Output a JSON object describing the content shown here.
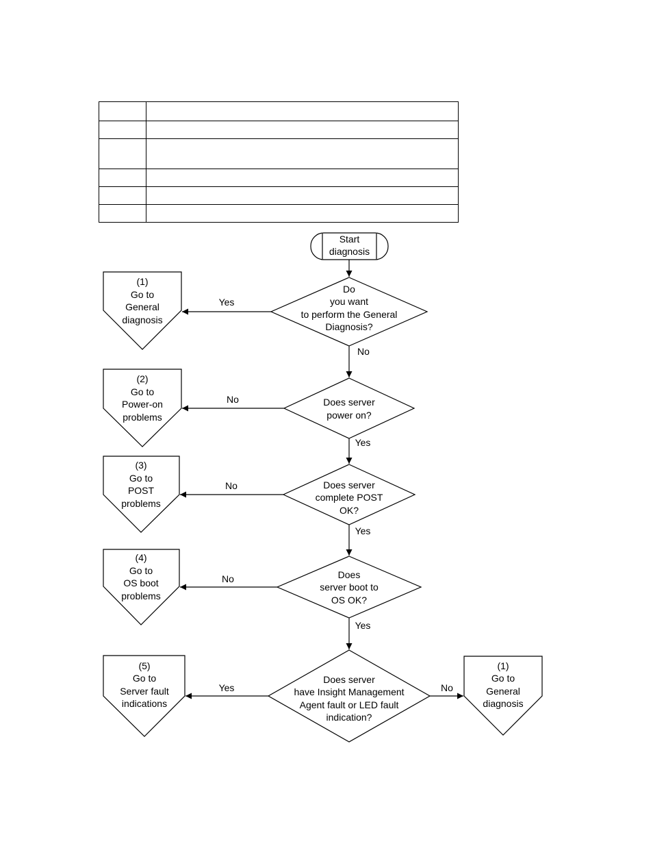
{
  "flowchart": {
    "start": [
      "Start",
      "diagnosis"
    ],
    "decisions": [
      {
        "lines": [
          "Do",
          "you want",
          "to perform the General",
          "Diagnosis?"
        ],
        "left_label": "Yes",
        "down_label": "No"
      },
      {
        "lines": [
          "Does server",
          "power on?"
        ],
        "left_label": "No",
        "down_label": "Yes"
      },
      {
        "lines": [
          "Does server",
          "complete POST",
          "OK?"
        ],
        "left_label": "No",
        "down_label": "Yes"
      },
      {
        "lines": [
          "Does",
          "server boot to",
          "OS OK?"
        ],
        "left_label": "No",
        "down_label": "Yes"
      },
      {
        "lines": [
          "Does server",
          "have Insight Management",
          "Agent fault or LED fault",
          "indication?"
        ],
        "left_label": "Yes",
        "right_label": "No"
      }
    ],
    "offpage": [
      {
        "lines": [
          "(1)",
          "Go to",
          "General",
          "diagnosis"
        ]
      },
      {
        "lines": [
          "(2)",
          "Go to",
          "Power-on",
          "problems"
        ]
      },
      {
        "lines": [
          "(3)",
          "Go to",
          "POST",
          "problems"
        ]
      },
      {
        "lines": [
          "(4)",
          "Go to",
          "OS boot",
          "problems"
        ]
      },
      {
        "lines": [
          "(5)",
          "Go to",
          "Server fault",
          "indications"
        ]
      },
      {
        "lines": [
          "(1)",
          "Go to",
          "General",
          "diagnosis"
        ]
      }
    ]
  }
}
